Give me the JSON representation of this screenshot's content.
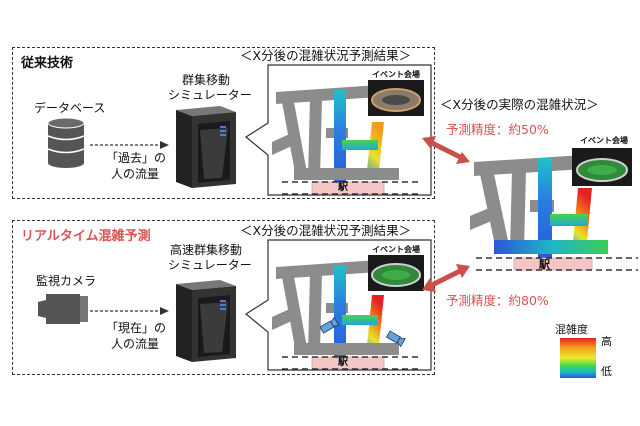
{
  "top_panel": {
    "title": "従来技術",
    "database_label": "データベース",
    "flow_label_line1": "「過去」の",
    "flow_label_line2": "人の流量",
    "simulator_label_line1": "群集移動",
    "simulator_label_line2": "シミュレーター",
    "result_title": "＜X分後の混雑状況予測結果＞",
    "venue_label": "イベント会場",
    "station_label": "駅"
  },
  "bottom_panel": {
    "title": "リアルタイム混雑予測",
    "camera_label": "監視カメラ",
    "flow_label_line1": "「現在」の",
    "flow_label_line2": "人の流量",
    "simulator_label_line1": "高速群集移動",
    "simulator_label_line2": "シミュレーター",
    "result_title": "＜X分後の混雑状況予測結果＞",
    "venue_label": "イベント会場",
    "station_label": "駅"
  },
  "actual": {
    "title": "＜X分後の実際の混雑状況＞",
    "venue_label": "イベント会場",
    "station_label": "駅"
  },
  "accuracy": {
    "conventional": "予測精度：約50%",
    "realtime": "予測精度：約80%"
  },
  "legend": {
    "title": "混雑度",
    "high": "高",
    "low": "低"
  },
  "colors": {
    "accent_red": "#d9534f",
    "arrow": "#c9504b",
    "road_gray": "#8c8c8c",
    "station_pink": "#f4c6c6"
  }
}
